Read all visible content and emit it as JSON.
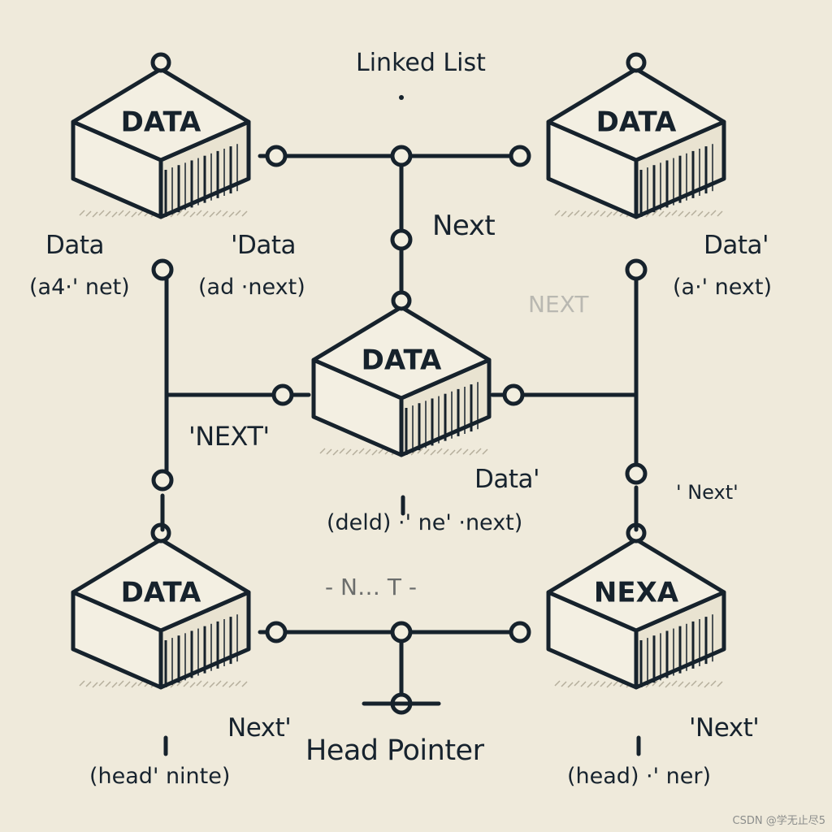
{
  "title": "Linked List",
  "nodes": [
    {
      "label": "DATA"
    },
    {
      "label": "DATA"
    },
    {
      "label": "DATA"
    },
    {
      "label": "DATA"
    },
    {
      "label": "NEXA"
    }
  ],
  "labels": {
    "next_top": "Next",
    "next_faint": "NEXT",
    "next_left": "'NEXT'",
    "next_right": "' Next'",
    "data_left": "Data",
    "data_left_sub": "(a4·' net)",
    "data_mid": "'Data",
    "data_mid_sub": "(ad ·next)",
    "data_right": "Data'",
    "data_right_sub": "(a·' next)",
    "data_center": "Data'",
    "data_center_sub": "(deld) ·' ne' ·next)",
    "faint_mid": "- N… T -",
    "next_bl": "Next'",
    "head_bl": "(head' ninte)",
    "head_pointer": "Head Pointer",
    "next_br": "'Next'",
    "head_br": "(head) ·' ner)"
  },
  "watermark": "CSDN @学无止尽5"
}
